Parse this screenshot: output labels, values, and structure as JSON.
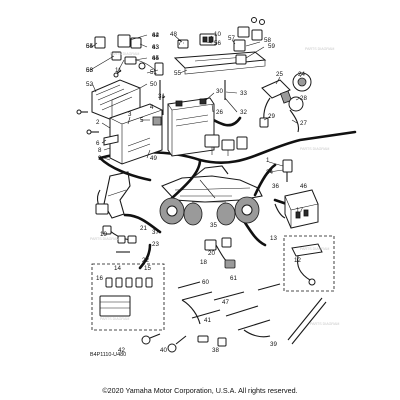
{
  "diagram": {
    "drawing_code": "B4P1110-U480",
    "copyright": "©2020 Yamaha Motor Corporation, U.S.A. All rights reserved.",
    "callouts": [
      "44",
      "43",
      "45",
      "54",
      "53",
      "52",
      "11",
      "51",
      "50",
      "4",
      "5",
      "3",
      "2",
      "6",
      "8",
      "49",
      "9",
      "48",
      "7",
      "10",
      "56",
      "57",
      "58",
      "59",
      "55",
      "33",
      "32",
      "31",
      "30",
      "26",
      "25",
      "24",
      "28",
      "27",
      "29",
      "1",
      "34",
      "35",
      "36",
      "46",
      "17",
      "18",
      "20",
      "37",
      "23",
      "22",
      "21",
      "19",
      "12",
      "13",
      "14",
      "15",
      "16",
      "39",
      "38",
      "40",
      "42",
      "41",
      "47",
      "60",
      "61",
      "62",
      "63",
      "64",
      "65",
      "66"
    ]
  }
}
